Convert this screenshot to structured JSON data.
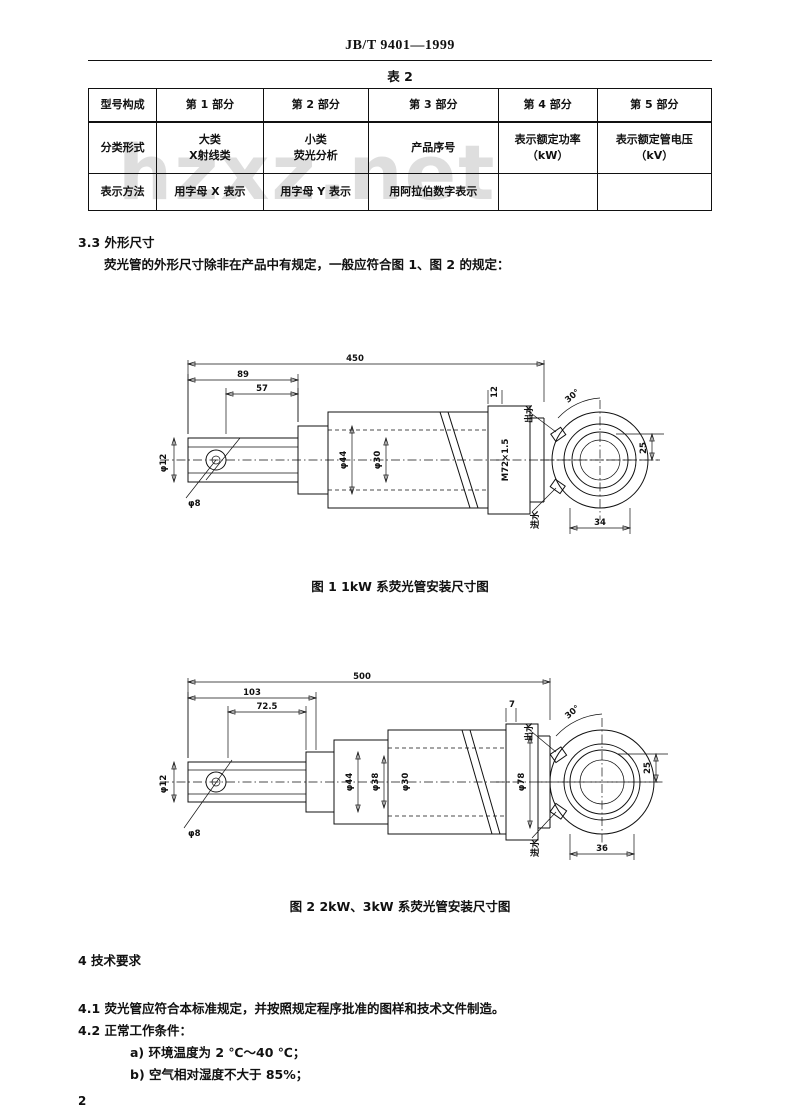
{
  "header": {
    "standard_no": "JB/T 9401—1999"
  },
  "watermark": "hzxz.net",
  "table": {
    "caption": "表 2",
    "header": [
      "型号构成",
      "第 1 部分",
      "第 2 部分",
      "第 3 部分",
      "第 4 部分",
      "第 5 部分"
    ],
    "rows": [
      {
        "label": "分类形式",
        "cells": [
          {
            "line1": "大类",
            "line2": "X射线类"
          },
          {
            "line1": "小类",
            "line2": "荧光分析"
          },
          {
            "line1": "产品序号",
            "line2": ""
          },
          {
            "line1": "表示额定功率",
            "line2": "（kW）"
          },
          {
            "line1": "表示额定管电压",
            "line2": "（kV）"
          }
        ]
      },
      {
        "label": "表示方法",
        "cells": [
          {
            "line1": "用字母 X 表示",
            "line2": ""
          },
          {
            "line1": "用字母 Y 表示",
            "line2": ""
          },
          {
            "line1": "用阿拉伯数字表示",
            "line2": ""
          },
          {
            "line1": "",
            "line2": ""
          },
          {
            "line1": "",
            "line2": ""
          }
        ]
      }
    ]
  },
  "body": {
    "sec33_heading": "3.3  外形尺寸",
    "sec33_para": "荧光管的外形尺寸除非在产品中有规定，一般应符合图 1、图 2 的规定：",
    "fig1_caption": "图 1   1kW 系荧光管安装尺寸图",
    "fig2_caption": "图 2   2kW、3kW 系荧光管安装尺寸图",
    "sec4_heading": "4  技术要求",
    "para41": "4.1  荧光管应符合本标准规定，并按照规定程序批准的图样和技术文件制造。",
    "para42": "4.2  正常工作条件：",
    "item_a": "a)  环境温度为 2 ℃～40 ℃；",
    "item_b": "b)  空气相对湿度不大于 85%；",
    "page_number": "2"
  },
  "figure1": {
    "labels": {
      "overall": "450",
      "d89": "89",
      "d57": "57",
      "dia12": "φ12",
      "dia8": "φ8",
      "dia44": "φ44",
      "dia30": "φ30",
      "thread": "M72×1.5",
      "width12": "12",
      "angle": "30°",
      "r25": "25",
      "d34": "34",
      "out_water": "出水",
      "in_water": "进水"
    }
  },
  "figure2": {
    "labels": {
      "overall": "500",
      "d103": "103",
      "d725": "72.5",
      "dia12": "φ12",
      "dia8": "φ8",
      "dia44": "φ44",
      "dia38": "φ38",
      "dia30": "φ30",
      "dia78": "φ78",
      "width7": "7",
      "angle": "30°",
      "r25": "25",
      "d36": "36",
      "out_water": "出水",
      "in_water": "进水"
    }
  }
}
